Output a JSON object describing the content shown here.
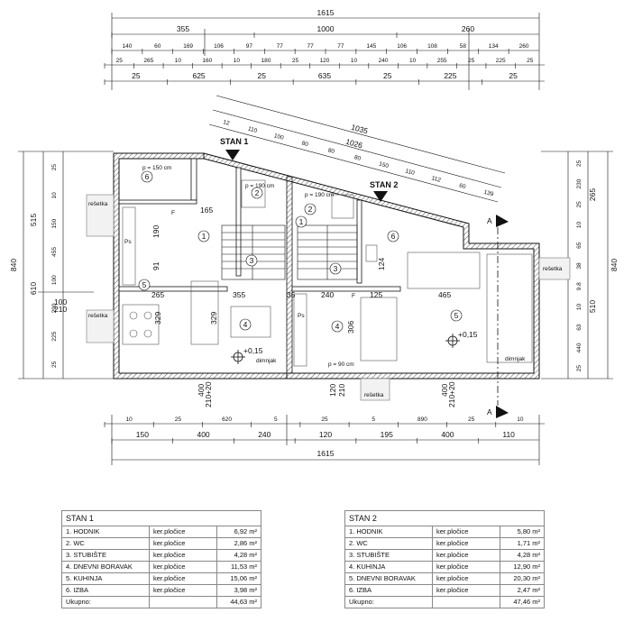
{
  "dimensions": {
    "top_total": "1615",
    "top_row2": [
      "355",
      "1000",
      "260"
    ],
    "top_row3": [
      "140",
      "60",
      "169",
      "106",
      "97",
      "77",
      "77",
      "77",
      "145",
      "106",
      "108",
      "58",
      "134",
      "260"
    ],
    "top_row4": [
      "25",
      "265",
      "10",
      "160",
      "10",
      "180",
      "25",
      "120",
      "10",
      "240",
      "10",
      "255",
      "25",
      "225",
      "25"
    ],
    "top_row5": [
      "25",
      "625",
      "25",
      "635",
      "25",
      "225",
      "25"
    ],
    "top_row4_ends": [
      "10",
      "10"
    ],
    "diag_total": "1035",
    "diag_row2": "1026",
    "diag_row3": [
      "12",
      "110",
      "100",
      "80",
      "80",
      "80",
      "150",
      "110",
      "112",
      "60",
      "139"
    ],
    "left_outer": "840",
    "left_mid": [
      "515",
      "610"
    ],
    "left_inner": [
      "25",
      "10",
      "150",
      "455",
      "100",
      "290",
      "225",
      "25"
    ],
    "right_outer": "840",
    "right_mid": [
      "265",
      "510"
    ],
    "right_inner": [
      "25",
      "230",
      "25",
      "10",
      "65",
      "38",
      "9.8",
      "10",
      "63",
      "440",
      "25"
    ],
    "bottom_row1": [
      "10",
      "25",
      "620",
      "5",
      "25",
      "5",
      "890",
      "25",
      "10"
    ],
    "bottom_row2": [
      "150",
      "400",
      "240",
      "120",
      "195",
      "400",
      "110"
    ],
    "bottom_total": "1615",
    "interior": [
      "265",
      "355",
      "35",
      "240",
      "125",
      "465",
      "329",
      "329",
      "306",
      "400",
      "210+20",
      "120",
      "210",
      "400",
      "210+20",
      "190",
      "91",
      "124",
      "165",
      "100",
      "210",
      "+0,15",
      "+0,15",
      "p = 90 cm",
      "p = 150 cm",
      "p = 190 cm",
      "p = 190 cm"
    ]
  },
  "labels": {
    "stan1": "STAN 1",
    "stan2": "STAN 2",
    "section_a": "A",
    "resetka": "rešetka",
    "ps": "Ps",
    "f": "F",
    "dimnjak": "dimnjak"
  },
  "stan1": {
    "title": "STAN 1",
    "rows": [
      {
        "name": "1. HODNIK",
        "material": "ker.pločice",
        "area": "6,92 m²"
      },
      {
        "name": "2. WC",
        "material": "ker.pločice",
        "area": "2,86 m²"
      },
      {
        "name": "3. STUBIŠTE",
        "material": "ker.pločice",
        "area": "4,28 m²"
      },
      {
        "name": "4. DNEVNI BORAVAK",
        "material": "ker.pločice",
        "area": "11,53 m²"
      },
      {
        "name": "5. KUHINJA",
        "material": "ker.pločice",
        "area": "15,06 m²"
      },
      {
        "name": "6. IZBA",
        "material": "ker.pločice",
        "area": "3,98 m²"
      }
    ],
    "total_label": "Ukupno:",
    "total": "44,63 m²"
  },
  "stan2": {
    "title": "STAN 2",
    "rows": [
      {
        "name": "1. HODNIK",
        "material": "ker.pločice",
        "area": "5,80 m²"
      },
      {
        "name": "2. WC",
        "material": "ker.pločice",
        "area": "1,71 m²"
      },
      {
        "name": "3. STUBIŠTE",
        "material": "ker.pločice",
        "area": "4,28 m²"
      },
      {
        "name": "4. KUHINJA",
        "material": "ker.pločice",
        "area": "12,90 m²"
      },
      {
        "name": "5. DNEVNI BORAVAK",
        "material": "ker.pločice",
        "area": "20,30 m²"
      },
      {
        "name": "6. IZBA",
        "material": "ker.pločice",
        "area": "2,47 m²"
      }
    ],
    "total_label": "Ukupno:",
    "total": "47,46 m²"
  }
}
